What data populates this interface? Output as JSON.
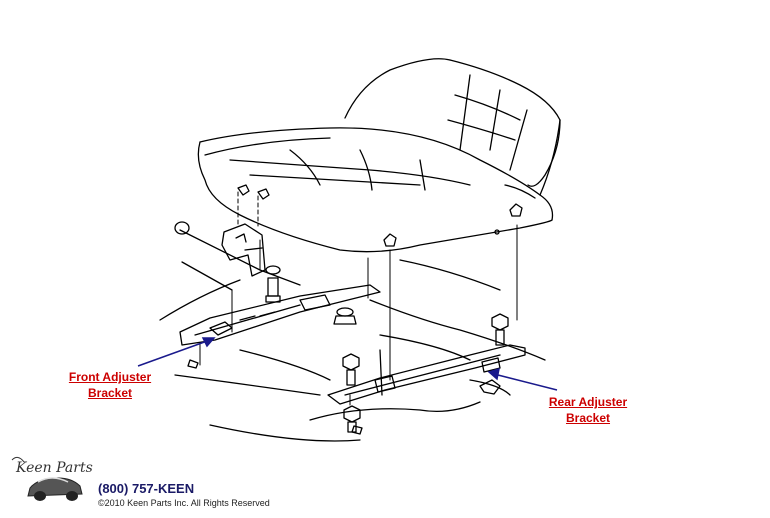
{
  "callouts": {
    "front": {
      "line1": "Front Adjuster",
      "line2": "Bracket"
    },
    "rear": {
      "line1": "Rear Adjuster",
      "line2": "Bracket"
    }
  },
  "footer": {
    "phone": "(800) 757-KEEN",
    "copyright": "©2010 Keen Parts Inc. All Rights Reserved",
    "logo_text": "Keen Parts"
  },
  "colors": {
    "callout": "#cc0000",
    "arrow": "#1a1a8c",
    "line": "#000000"
  }
}
